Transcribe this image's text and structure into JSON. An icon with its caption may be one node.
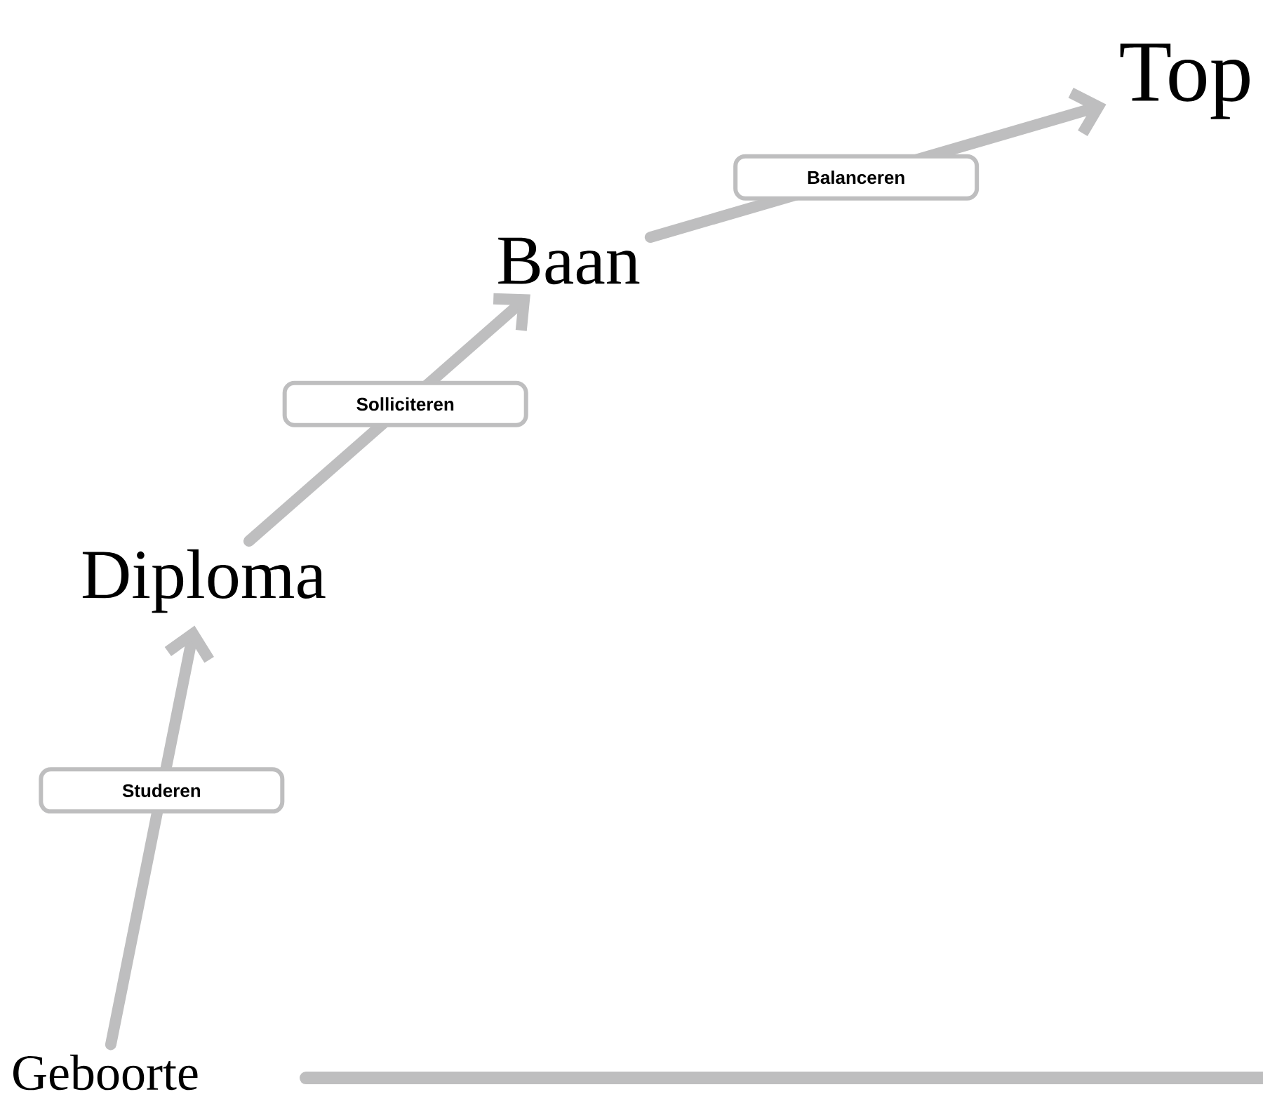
{
  "diagram": {
    "nodes": [
      {
        "text": [
          "Geboorte"
        ]
      },
      {
        "text": [
          "Diploma"
        ]
      },
      {
        "text": [
          "Baan"
        ]
      },
      {
        "text": [
          "Top"
        ]
      }
    ],
    "edges": [
      {
        "from": 0,
        "to": 1,
        "arrow": "to",
        "label": "Studeren"
      },
      {
        "from": 1,
        "to": 2,
        "arrow": "to",
        "label": "Solliciteren"
      },
      {
        "from": 2,
        "to": 3,
        "arrow": "to",
        "label": "Balanceren"
      }
    ]
  }
}
